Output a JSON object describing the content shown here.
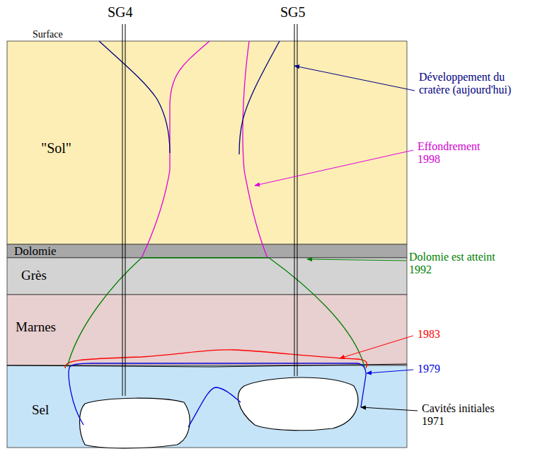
{
  "diagram": {
    "nodes": [
      {
        "text": [
          "\"Sol\""
        ]
      },
      {
        "text": [
          "Dolomie"
        ]
      },
      {
        "text": [
          "Grès"
        ]
      },
      {
        "text": [
          "Marnes"
        ]
      },
      {
        "text": [
          "Sel"
        ]
      }
    ],
    "labels": [
      "SG4",
      "SG5",
      "Surface",
      "Développement du cratère (aujourd'hui)",
      "Effondrement 1998",
      "Dolomie est atteint 1992",
      "1983",
      "1979",
      "Cavités initiales 1971"
    ]
  }
}
